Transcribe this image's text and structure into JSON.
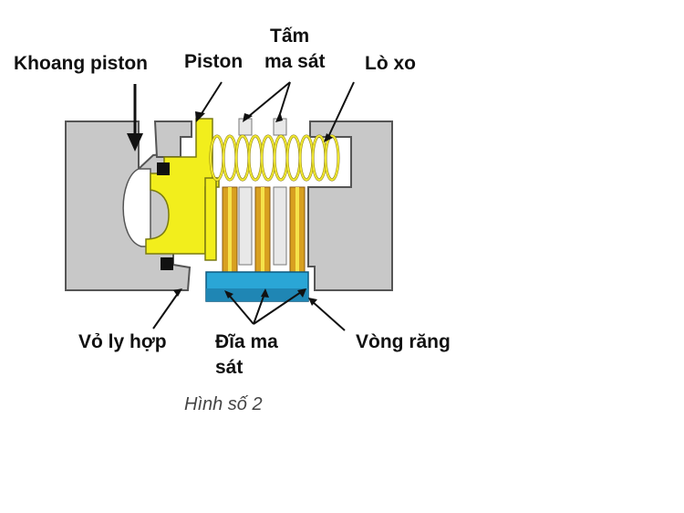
{
  "labels": {
    "khoang_piston": "Khoang piston",
    "piston": "Piston",
    "tam_ma_sat_1": "Tấm",
    "tam_ma_sat_2": "ma sát",
    "lo_xo": "Lò xo",
    "vo_ly_hop": "Vỏ ly hợp",
    "dia_ma_sat_1": "Đĩa ma",
    "dia_ma_sat_2": "sát",
    "vong_rang": "Vòng răng"
  },
  "caption": "Hình số 2",
  "colors": {
    "housing": "#c8c8c8",
    "housing_stroke": "#555555",
    "piston": "#f2ee1c",
    "friction_plate": "#d8a020",
    "friction_core": "#f5e24a",
    "steel_plate": "#e8e8e8",
    "spring": "#f0e830",
    "gear_ring": "#2aa6d6",
    "seal": "#111111",
    "arrow": "#111111"
  }
}
